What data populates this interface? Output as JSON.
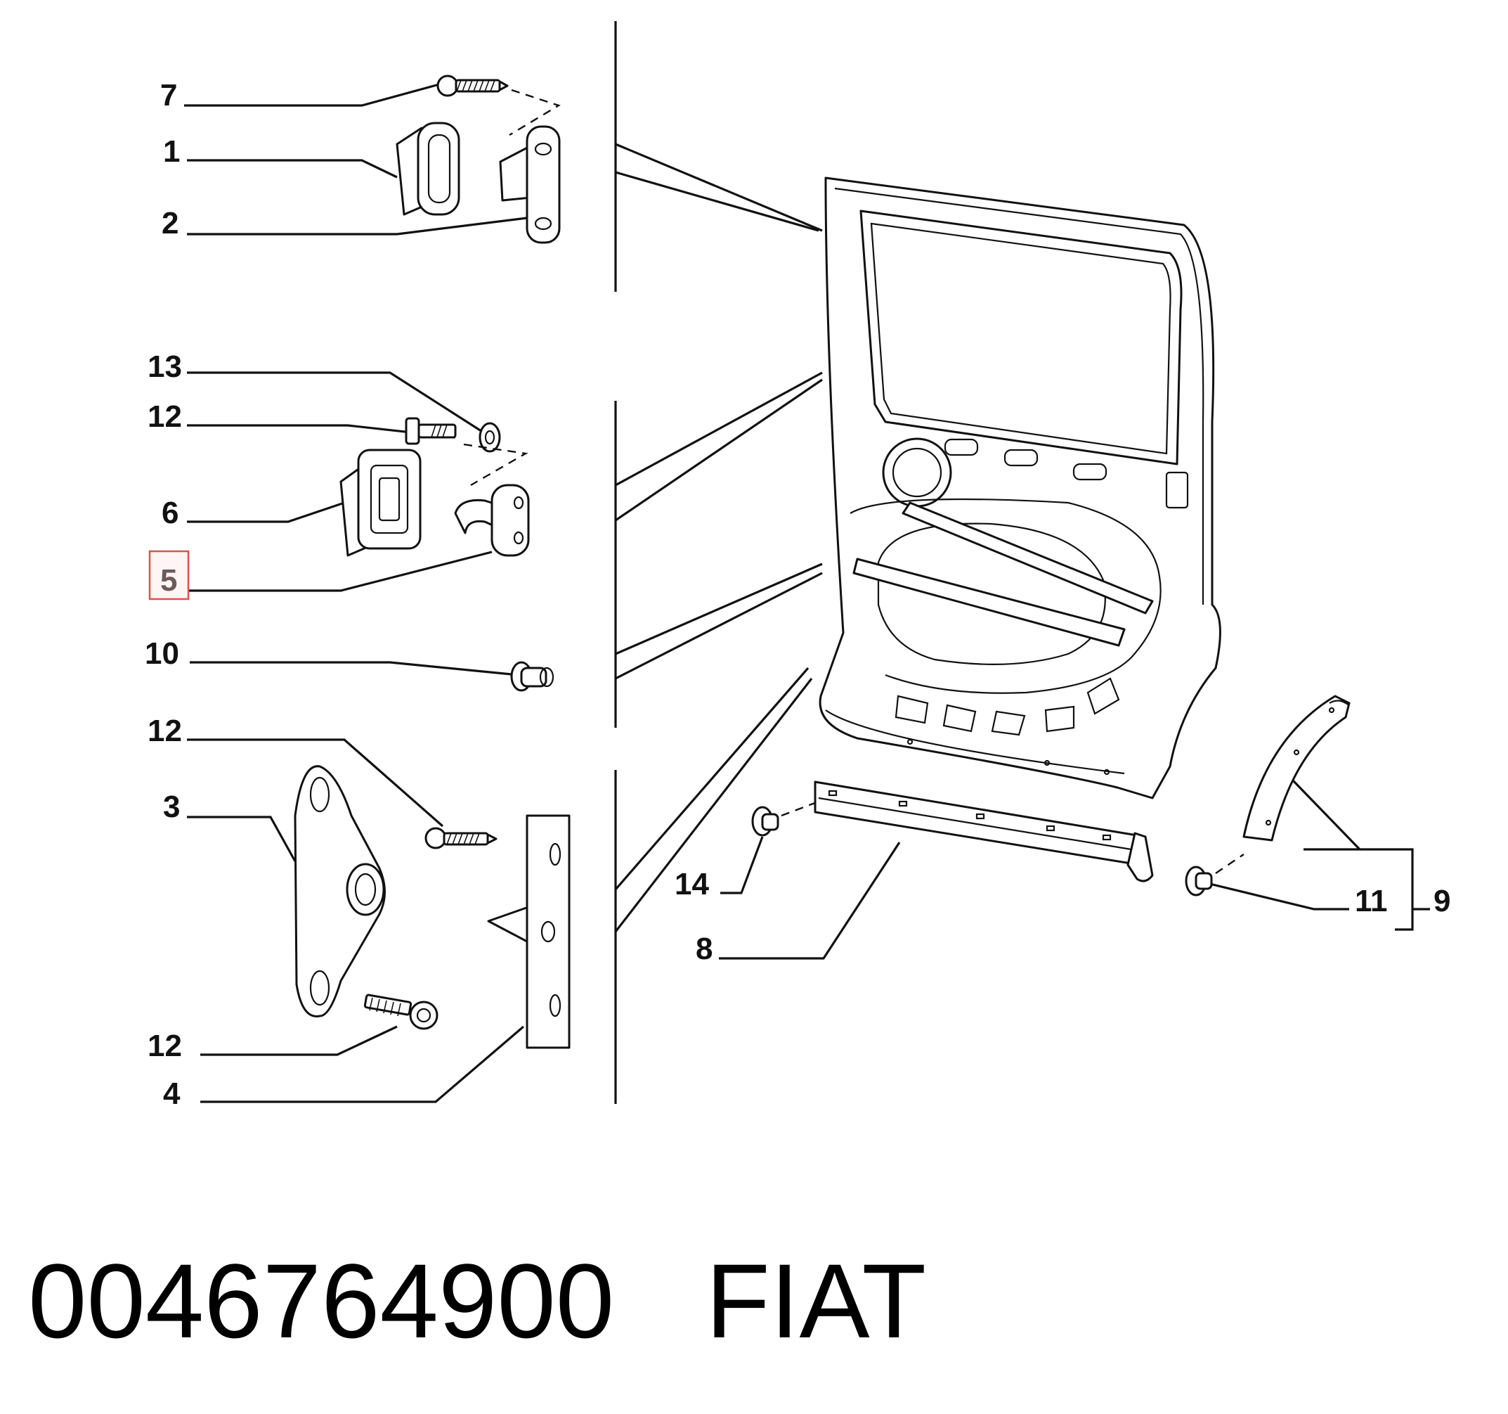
{
  "callouts": {
    "c7": "7",
    "c1": "1",
    "c2": "2",
    "c13": "13",
    "c12a": "12",
    "c6": "6",
    "c5": "5",
    "c10": "10",
    "c12b": "12",
    "c3": "3",
    "c12c": "12",
    "c4": "4",
    "c14": "14",
    "c8": "8",
    "c11": "11",
    "c9": "9"
  },
  "highlight": {
    "label": "5",
    "color": "#d9534f"
  },
  "caption": {
    "part_number": "0046764900",
    "brand": "FIAT"
  }
}
